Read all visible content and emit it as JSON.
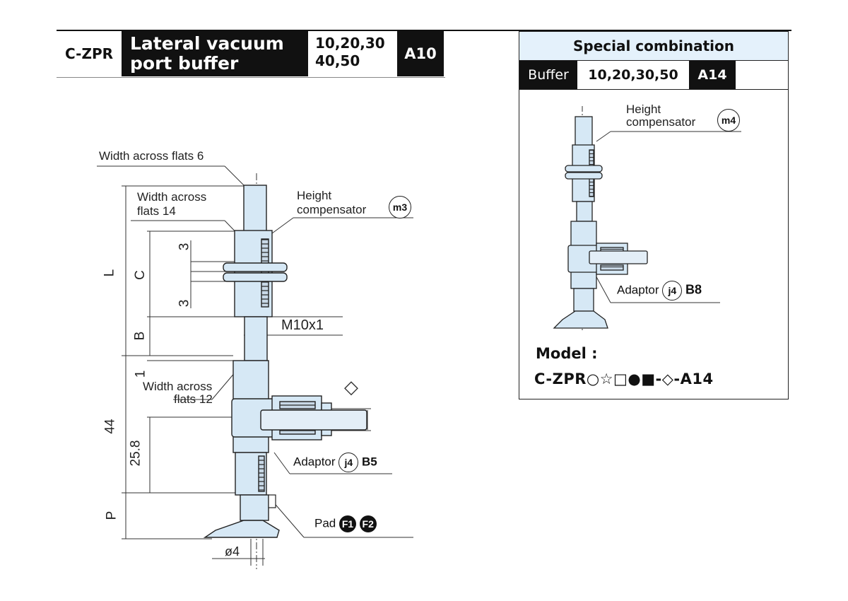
{
  "header": {
    "series": "C-ZPR",
    "title_line1": "Lateral vacuum",
    "title_line2": "port buffer",
    "strokes_line1": "10,20,30",
    "strokes_line2": "40,50",
    "code": "A10"
  },
  "main_diagram": {
    "wf6": "Width across flats 6",
    "wf14_line1": "Width across",
    "wf14_line2": "flats 14",
    "height_comp_line1": "Height",
    "height_comp_line2": "compensator",
    "height_comp_mark": "m3",
    "thread": "M10x1",
    "wf12_line1": "Width across",
    "wf12_line2": "flats 12",
    "adaptor_label": "Adaptor",
    "adaptor_mark": "j4",
    "adaptor_code": "B5",
    "pad_label": "Pad",
    "pad_mark1": "F1",
    "pad_mark2": "F2",
    "dim_L": "L",
    "dim_C": "C",
    "dim_B": "B",
    "dim_3a": "3",
    "dim_3b": "3",
    "dim_1": "1",
    "dim_44": "44",
    "dim_25_8": "25.8",
    "dim_P": "P",
    "dim_dia4": "ø4",
    "diamond": "◇"
  },
  "special": {
    "title": "Special combination",
    "buffer_label": "Buffer",
    "strokes": "10,20,30,50",
    "code": "A14",
    "height_comp_line1": "Height",
    "height_comp_line2": "compensator",
    "height_comp_mark": "m4",
    "adaptor_label": "Adaptor",
    "adaptor_mark": "j4",
    "adaptor_code": "B8",
    "model_label": "Model :",
    "model_code": "C-ZPR○☆□●■-◇-A14"
  },
  "colors": {
    "part_fill": "#d6e8f5",
    "header_black": "#111111",
    "special_title_bg": "#e4f1fb"
  }
}
